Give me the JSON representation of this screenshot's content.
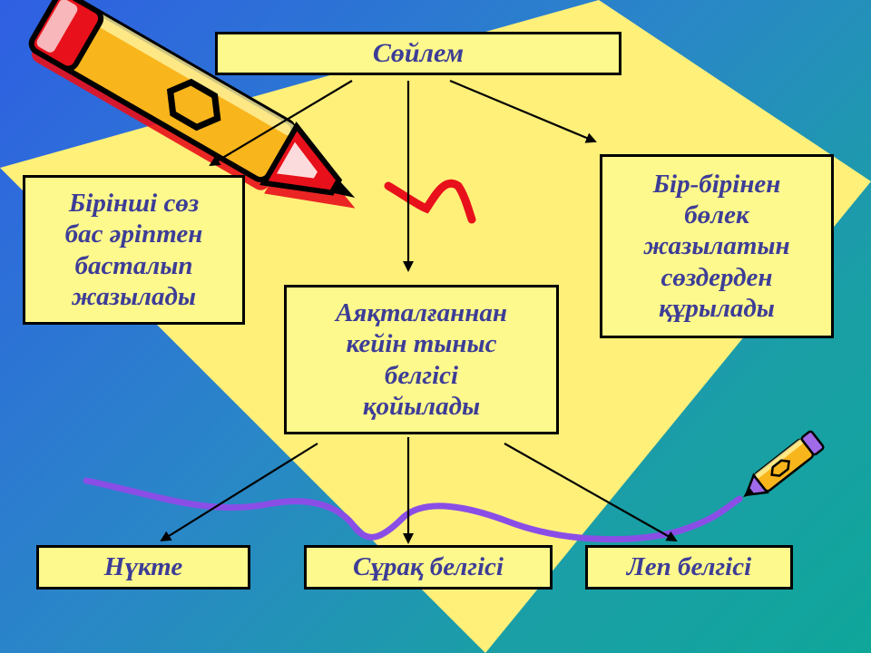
{
  "diagram": {
    "root": {
      "label": "Сөйлем"
    },
    "branches": [
      {
        "id": "left",
        "lines": [
          "Бірінші сөз",
          "бас әріптен",
          "басталып",
          "жазылады"
        ]
      },
      {
        "id": "center",
        "lines": [
          "Аяқталғаннан",
          "кейін тыныс",
          "белгісі",
          "қойылады"
        ]
      },
      {
        "id": "right",
        "lines": [
          "Бір-бірінен",
          "бөлек",
          "жазылатын",
          "сөздерден",
          "құрылады"
        ]
      }
    ],
    "leaves": [
      {
        "label": "Нүкте"
      },
      {
        "label": "Сұрақ белгісі"
      },
      {
        "label": "Леп белгісі"
      }
    ]
  },
  "decorations": {
    "icons": [
      "pencil-large-icon",
      "pencil-small-icon"
    ],
    "colors": {
      "box_fill": "#fef98c",
      "text": "#3d3d97",
      "diamond": "#fff07a",
      "squiggle_red": "#e8101a",
      "squiggle_purple": "#8a4ee6"
    }
  }
}
